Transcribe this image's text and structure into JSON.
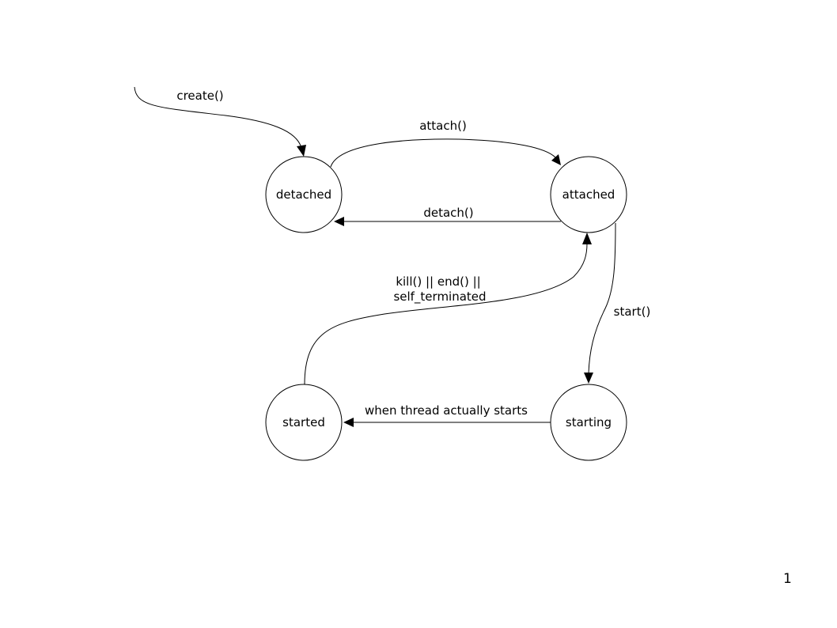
{
  "diagram": {
    "states": {
      "detached": "detached",
      "attached": "attached",
      "started": "started",
      "starting": "starting"
    },
    "transitions": {
      "create": "create()",
      "attach": "attach()",
      "detach": "detach()",
      "start": "start()",
      "terminate_line1": "kill() || end() ||",
      "terminate_line2": "self_terminated",
      "thread_starts": "when thread actually starts"
    }
  },
  "page_number": "1"
}
